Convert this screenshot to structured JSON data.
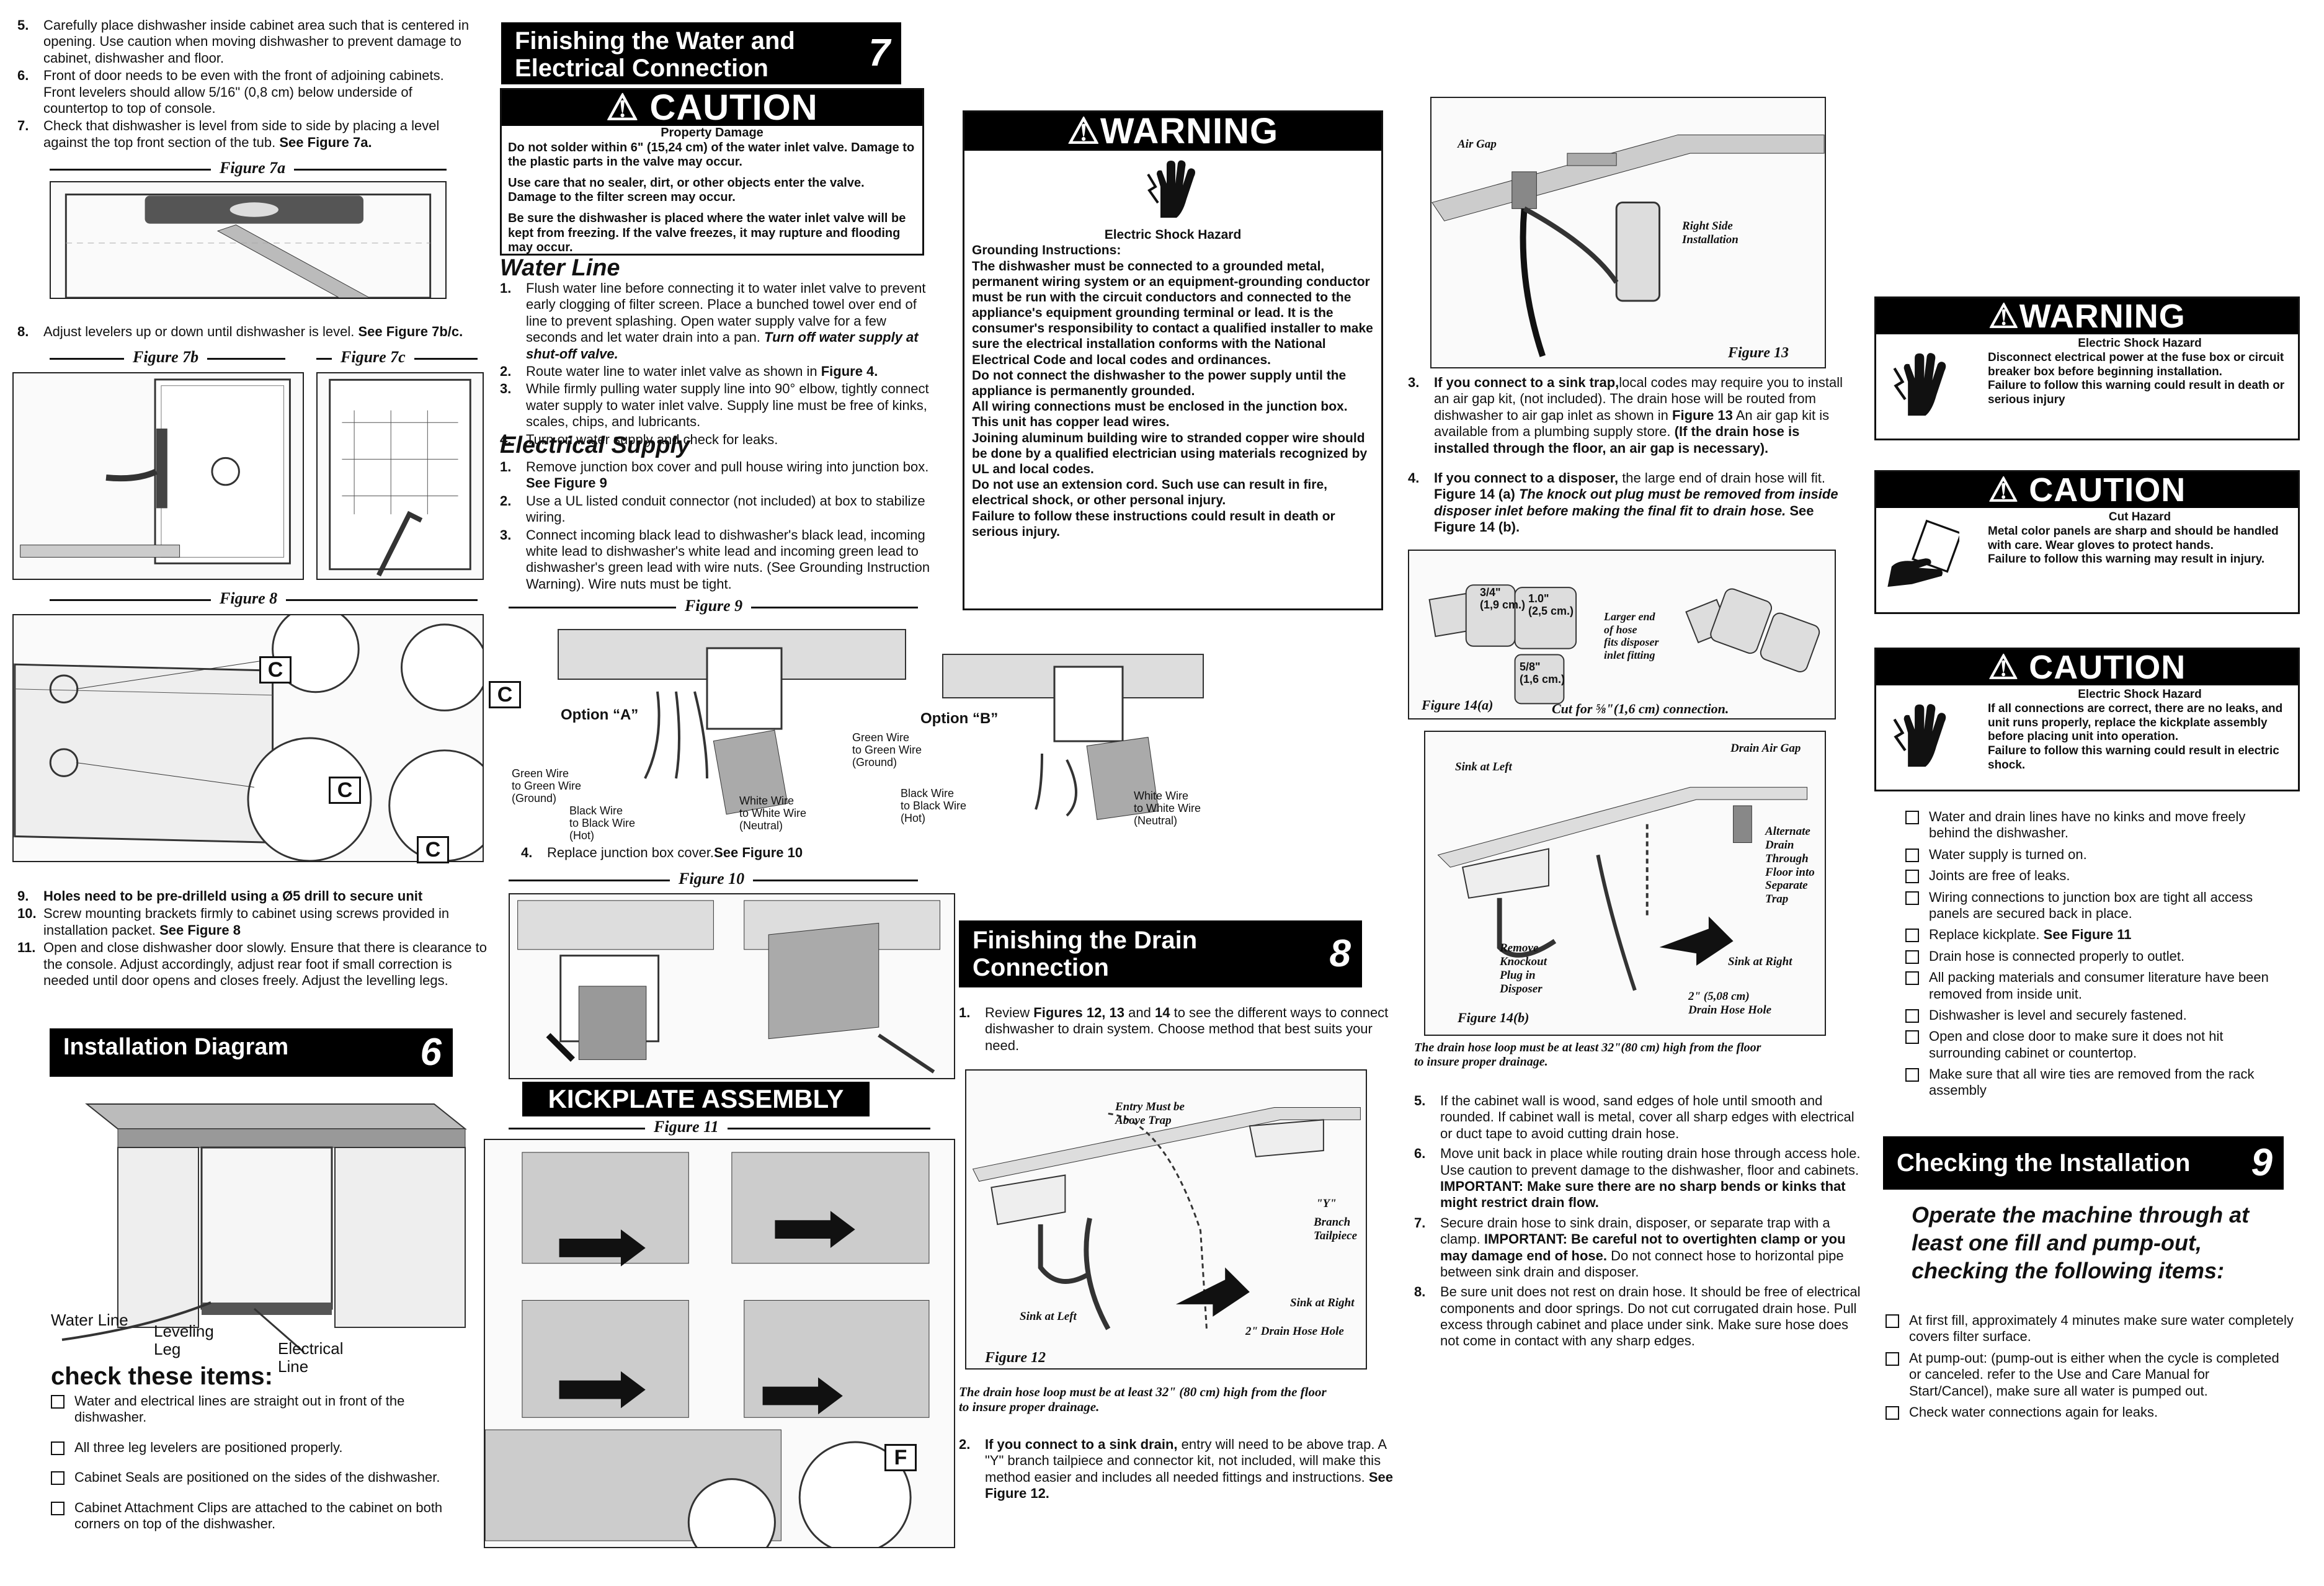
{
  "s1": {
    "items": [
      {
        "num": "5.",
        "text": "Carefully place dishwasher inside cabinet area such that is centered in opening.  Use caution when moving dishwasher to prevent damage to cabinet, dishwasher and floor."
      },
      {
        "num": "6.",
        "text": "Front of door needs to be even with the front of adjoining cabinets. Front levelers should allow 5/16\" (0,8 cm) below underside of countertop to top of console."
      },
      {
        "num": "7.",
        "text": "Check that dishwasher is level from side to side by  placing a level against the top front section of the tub.",
        "bold": "See Figure 7a."
      }
    ],
    "fig7a": "Figure 7a",
    "item8": {
      "num": "8.",
      "text": "Adjust levelers up or down until dishwasher is level.",
      "bold": "See Figure 7b/c."
    },
    "fig7b": "Figure 7b",
    "fig7c": "Figure 7c",
    "fig8": "Figure 8",
    "c": "C",
    "items2": [
      {
        "num": "9.",
        "text": "Holes need to be pre-drilleld using a Ø5 drill to secure unit",
        "allbold": true
      },
      {
        "num": "10.",
        "text": "Screw mounting brackets firmly to cabinet  using screws provided in installation packet.",
        "bold": "See Figure 8"
      },
      {
        "num": "11.",
        "text": "Open and close dishwasher door slowly. Ensure that there is clearance to the console.  Adjust accordingly, adjust rear foot if small correction is needed until door opens and closes freely. Adjust the levelling legs."
      }
    ],
    "diag": {
      "title": "Installation  Diagram",
      "num": "6",
      "water": "Water Line",
      "leg1": "Leveling",
      "leg2": "Leg",
      "elec1": "Electrical",
      "elec2": "Line"
    },
    "check_title": "check these items:",
    "checks": [
      "Water and electrical lines are straight out in front of the dishwasher.",
      "All three leg levelers are positioned properly.",
      "Cabinet Seals are positioned on the sides  of the dishwasher.",
      "Cabinet Attachment Clips are attached to the cabinet on both corners on top of the dishwasher."
    ]
  },
  "s7": {
    "title1": "Finishing  the Water and",
    "title2": "Electrical  Connection",
    "num": "7",
    "caution": {
      "head": "CAUTION",
      "sub": "Property Damage",
      "p1": "Do not solder within 6\" (15,24 cm) of the water inlet valve. Damage to the plastic parts in the valve may occur.",
      "p2": "Use care that no sealer, dirt, or other objects enter the valve. Damage to the filter screen may occur.",
      "p3": "Be sure the dishwasher is placed where the water inlet valve will be kept from freezing. If the valve freezes, it may rupture and flooding may occur."
    },
    "water_head": "Water Line",
    "water": [
      {
        "num": "1.",
        "text": "Flush water line before connecting it to water inlet valve to prevent early clogging of filter screen.  Place a bunched towel over end of line to prevent splashing. Open water supply valve for a few seconds and let water drain into a pan.",
        "bi": "Turn off water supply at shut-off valve."
      },
      {
        "num": "2.",
        "text": "Route water line to water inlet valve as shown in",
        "bold": "Figure 4."
      },
      {
        "num": "3.",
        "text": "While firmly pulling water supply line into 90°  elbow, tightly connect water supply to water inlet valve. Supply line must be free of kinks, scales, chips, and lubricants."
      },
      {
        "num": "4.",
        "text": "Turn on water supply and check for leaks."
      }
    ],
    "elec_head": "Electrical Supply",
    "elec": [
      {
        "num": "1.",
        "text": "Remove junction box cover and pull house wiring into junction box.",
        "bold": "See Figure 9"
      },
      {
        "num": "2.",
        "text": "Use a UL listed conduit connector (not included) at box to stabilize wiring."
      },
      {
        "num": "3.",
        "text": "Connect incoming black lead to dishwasher's black lead, incoming white lead to dishwasher's white lead and incoming green lead to dishwasher's green lead with wire nuts. (See Grounding Instruction Warning).  Wire nuts must be tight."
      }
    ],
    "fig9": "Figure 9",
    "optA": "Option “A”",
    "optB": "Option “B”",
    "w": {
      "g1": "Green Wire",
      "g2": "to Green Wire",
      "g3": "(Ground)",
      "b1": "Black Wire",
      "b2": "to Black Wire",
      "b3": "(Hot)",
      "wh1": "White Wire",
      "wh2": "to White Wire",
      "wh3": "(Neutral)"
    },
    "item4": {
      "num": "4.",
      "text": "Replace junction box cover.",
      "bold": "See Figure 10"
    },
    "fig10": "Figure 10",
    "kick": "KICKPLATE ASSEMBLY",
    "fig11": "Figure 11",
    "f": "F"
  },
  "warn1": {
    "head": "WARNING",
    "sub": "Electric Shock Hazard",
    "gi": "Grounding Instructions:",
    "paras": [
      "The dishwasher must be connected to a grounded metal, permanent wiring system or an equipment-grounding conductor must be run with the circuit conductors and connected to the appliance's equipment grounding terminal or lead. It is the consumer's responsibility to contact a qualified installer to make sure the electrical installation conforms with the National Electrical Code and local codes and ordinances.",
      "Do not connect the dishwasher to the power supply until the appliance is permanently grounded.",
      "All wiring connections must be enclosed in the junction box. This unit has copper lead wires.",
      "Joining aluminum building wire to stranded copper wire should be done by a qualified electrician using materials recognized by UL and local codes.",
      "Do not use an extension cord. Such use can result in fire, electrical shock, or other personal injury.",
      "Failure to follow these instructions could result in death or serious injury."
    ]
  },
  "s8": {
    "title1": "Finishing the Drain",
    "title2": "Connection",
    "num": "8",
    "item1": {
      "num": "1.",
      "pre": "Review",
      "bold": "Figures 12, 13",
      "mid": "and",
      "bold2": "14",
      "text": "to see the different ways to connect dishwasher to drain system. Choose method that best suits your need."
    },
    "fig12": {
      "entry1": "Entry Must be",
      "entry2": "Above Trap",
      "y": "\"Y\"",
      "branch1": "Branch",
      "branch2": "Tailpiece",
      "left": "Sink at Left",
      "right": "Sink at Right",
      "hole": "2\" Drain Hose Hole",
      "cap": "Figure  12"
    },
    "note12a": "The drain hose loop must be at least 32\" (80 cm) high from the floor",
    "note12b": "to insure proper drainage.",
    "item2": {
      "num": "2.",
      "bold": "If you connect to a sink drain,",
      "text": "entry will need to be above trap. A \"Y\" branch tailpiece and connector kit, not included, will make this method easier and includes all needed fittings and instructions.",
      "bold2": "See Figure 12."
    }
  },
  "col4": {
    "fig13": {
      "air": "Air  Gap",
      "right1": "Right Side",
      "right2": "Installation",
      "cap": "Figure  13"
    },
    "item3": {
      "num": "3.",
      "bold": "If you connect to a sink trap,",
      "text": "local codes may require you to install an air gap kit, (not included). The drain hose will be routed from dishwasher to air gap inlet as shown in",
      "bold2": "Figure 13",
      "text2": "An air gap kit is available from a plumbing supply store.",
      "bold3": "(If the drain hose is installed through the floor, an air gap is necessary)."
    },
    "item4": {
      "num": "4.",
      "bold": "If you connect to a disposer,",
      "text": "the large end of drain hose will fit.",
      "bold2": "Figure 14 (a)",
      "bi": "The knock out plug must be removed from inside disposer inlet before making the final fit to drain hose.",
      "bold3": "See Figure 14 (b)."
    },
    "fig14a": {
      "d1": "3/4\"",
      "d1b": "(1,9 cm.)",
      "d2": "1.0\"",
      "d2b": "(2,5 cm.)",
      "d3": "5/8\"",
      "d3b": "(1,6 cm.)",
      "n1": "Larger end",
      "n2": "of hose",
      "n3": "fits disposer",
      "n4": "inlet fitting",
      "cap": "Figure  14(a)",
      "cut": "Cut for ⅝\"(1,6 cm) connection."
    },
    "fig14b": {
      "left": "Sink at Left",
      "gap": "Drain Air Gap",
      "alt1": "Alternate",
      "alt2": "Drain",
      "alt3": "Through",
      "alt4": "Floor into",
      "alt5": "Separate",
      "alt6": "Trap",
      "rk1": "Remove",
      "rk2": "Knockout",
      "rk3": "Plug in",
      "rk4": "Disposer",
      "right": "Sink at Right",
      "hole1": "2\" (5,08 cm)",
      "hole2": "Drain Hose Hole",
      "cap": "Figure  14(b)"
    },
    "note14a": "The drain hose loop must be at least 32\"(80 cm) high from the floor",
    "note14b": "to insure proper drainage.",
    "items": [
      {
        "num": "5.",
        "text": "If the cabinet wall is wood, sand edges of hole until smooth and rounded. If cabinet wall is metal, cover all sharp edges with electrical or duct tape to avoid cutting drain hose."
      },
      {
        "num": "6.",
        "text": "Move unit back in place while routing drain hose through access hole. Use caution to prevent damage to the dishwasher, floor and cabinets.",
        "bold": "IMPORTANT:  Make sure there are no sharp bends or kinks that might restrict drain flow."
      },
      {
        "num": "7.",
        "text": "Secure drain hose to sink drain, disposer, or separate trap with a clamp.",
        "bold": "IMPORTANT: Be careful not to overtighten clamp or you may damage end of hose.",
        "text2": "Do not connect hose to horizontal pipe between sink drain and disposer."
      },
      {
        "num": "8.",
        "text": "Be sure unit does not rest on drain hose. It should be free of electrical components and door springs. Do not cut corrugated drain hose.  Pull excess through cabinet and place under sink. Make sure hose does not come in contact with any sharp edges."
      }
    ]
  },
  "col5": {
    "warn2": {
      "head": "WARNING",
      "sub": "Electric Shock Hazard",
      "lines": [
        "Disconnect electrical power at the fuse box or circuit breaker box before beginning installation.",
        "Failure to follow this warning could result in death or serious injury"
      ]
    },
    "caut1": {
      "head": "CAUTION",
      "sub": "Cut Hazard",
      "lines": [
        "Metal color panels are sharp and should be handled with care. Wear gloves to protect hands.",
        "Failure to follow this warning may result in injury."
      ]
    },
    "caut2": {
      "head": "CAUTION",
      "sub": "Electric Shock Hazard",
      "lines": [
        "If all connections are correct, there are no leaks, and unit runs properly, replace the kickplate assembly before placing unit into operation.",
        "Failure to follow this warning could result in electric shock."
      ]
    },
    "checks": [
      "Water and drain lines have no kinks and move freely behind the dishwasher.",
      "Water supply is turned on.",
      "Joints are free of leaks.",
      "Wiring connections to junction box are tight all access panels are secured back in place.",
      "Drain hose is connected properly to outlet.",
      "All packing materials and consumer literature have been removed from inside unit.",
      "Dishwasher is level and securely fastened.",
      "Open and close door to make sure it does not hit surrounding cabinet or countertop.",
      "Make sure that all wire ties are removed from the rack assembly"
    ],
    "kick_item": {
      "pre": "Replace kickplate.",
      "bold": "See Figure 11"
    },
    "s9": {
      "title": "Checking the Installation",
      "num": "9"
    },
    "op": "Operate the machine through at least one fill and pump-out, checking the following items:",
    "checks2": [
      "At first fill, approximately 4 minutes make sure water completely covers filter surface.",
      "At pump-out: (pump-out is either when the cycle is completed or canceled. refer to the Use and Care Manual for Start/Cancel), make sure all water is pumped out.",
      "Check water connections again for leaks."
    ]
  }
}
